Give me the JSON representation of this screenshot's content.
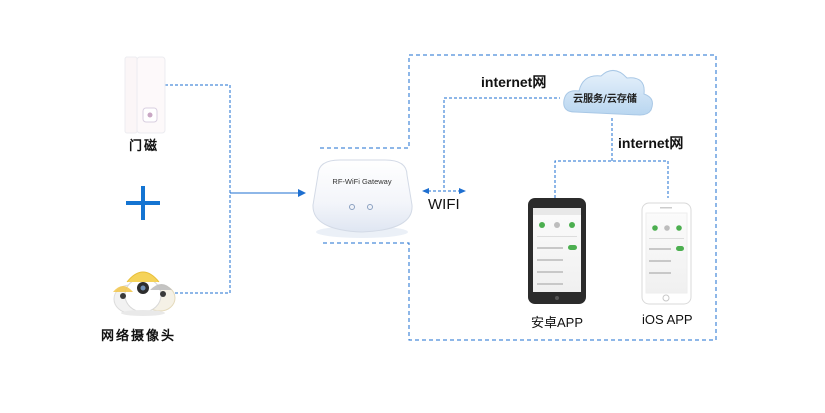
{
  "devices": {
    "door_sensor_label": "门磁",
    "camera_label": "网络摄像头"
  },
  "gateway": {
    "name": "RF-WiFi Gateway"
  },
  "links": {
    "wifi_label": "WIFI",
    "internet_label_top": "internet网",
    "internet_label_right": "internet网"
  },
  "cloud": {
    "label": "云服务/云存储"
  },
  "apps": {
    "android_label": "安卓APP",
    "ios_label": "iOS APP"
  },
  "colors": {
    "line_blue": "#1e6fd0",
    "plus_blue": "#1474d2",
    "cloud_blue": "#cfe3f6"
  }
}
